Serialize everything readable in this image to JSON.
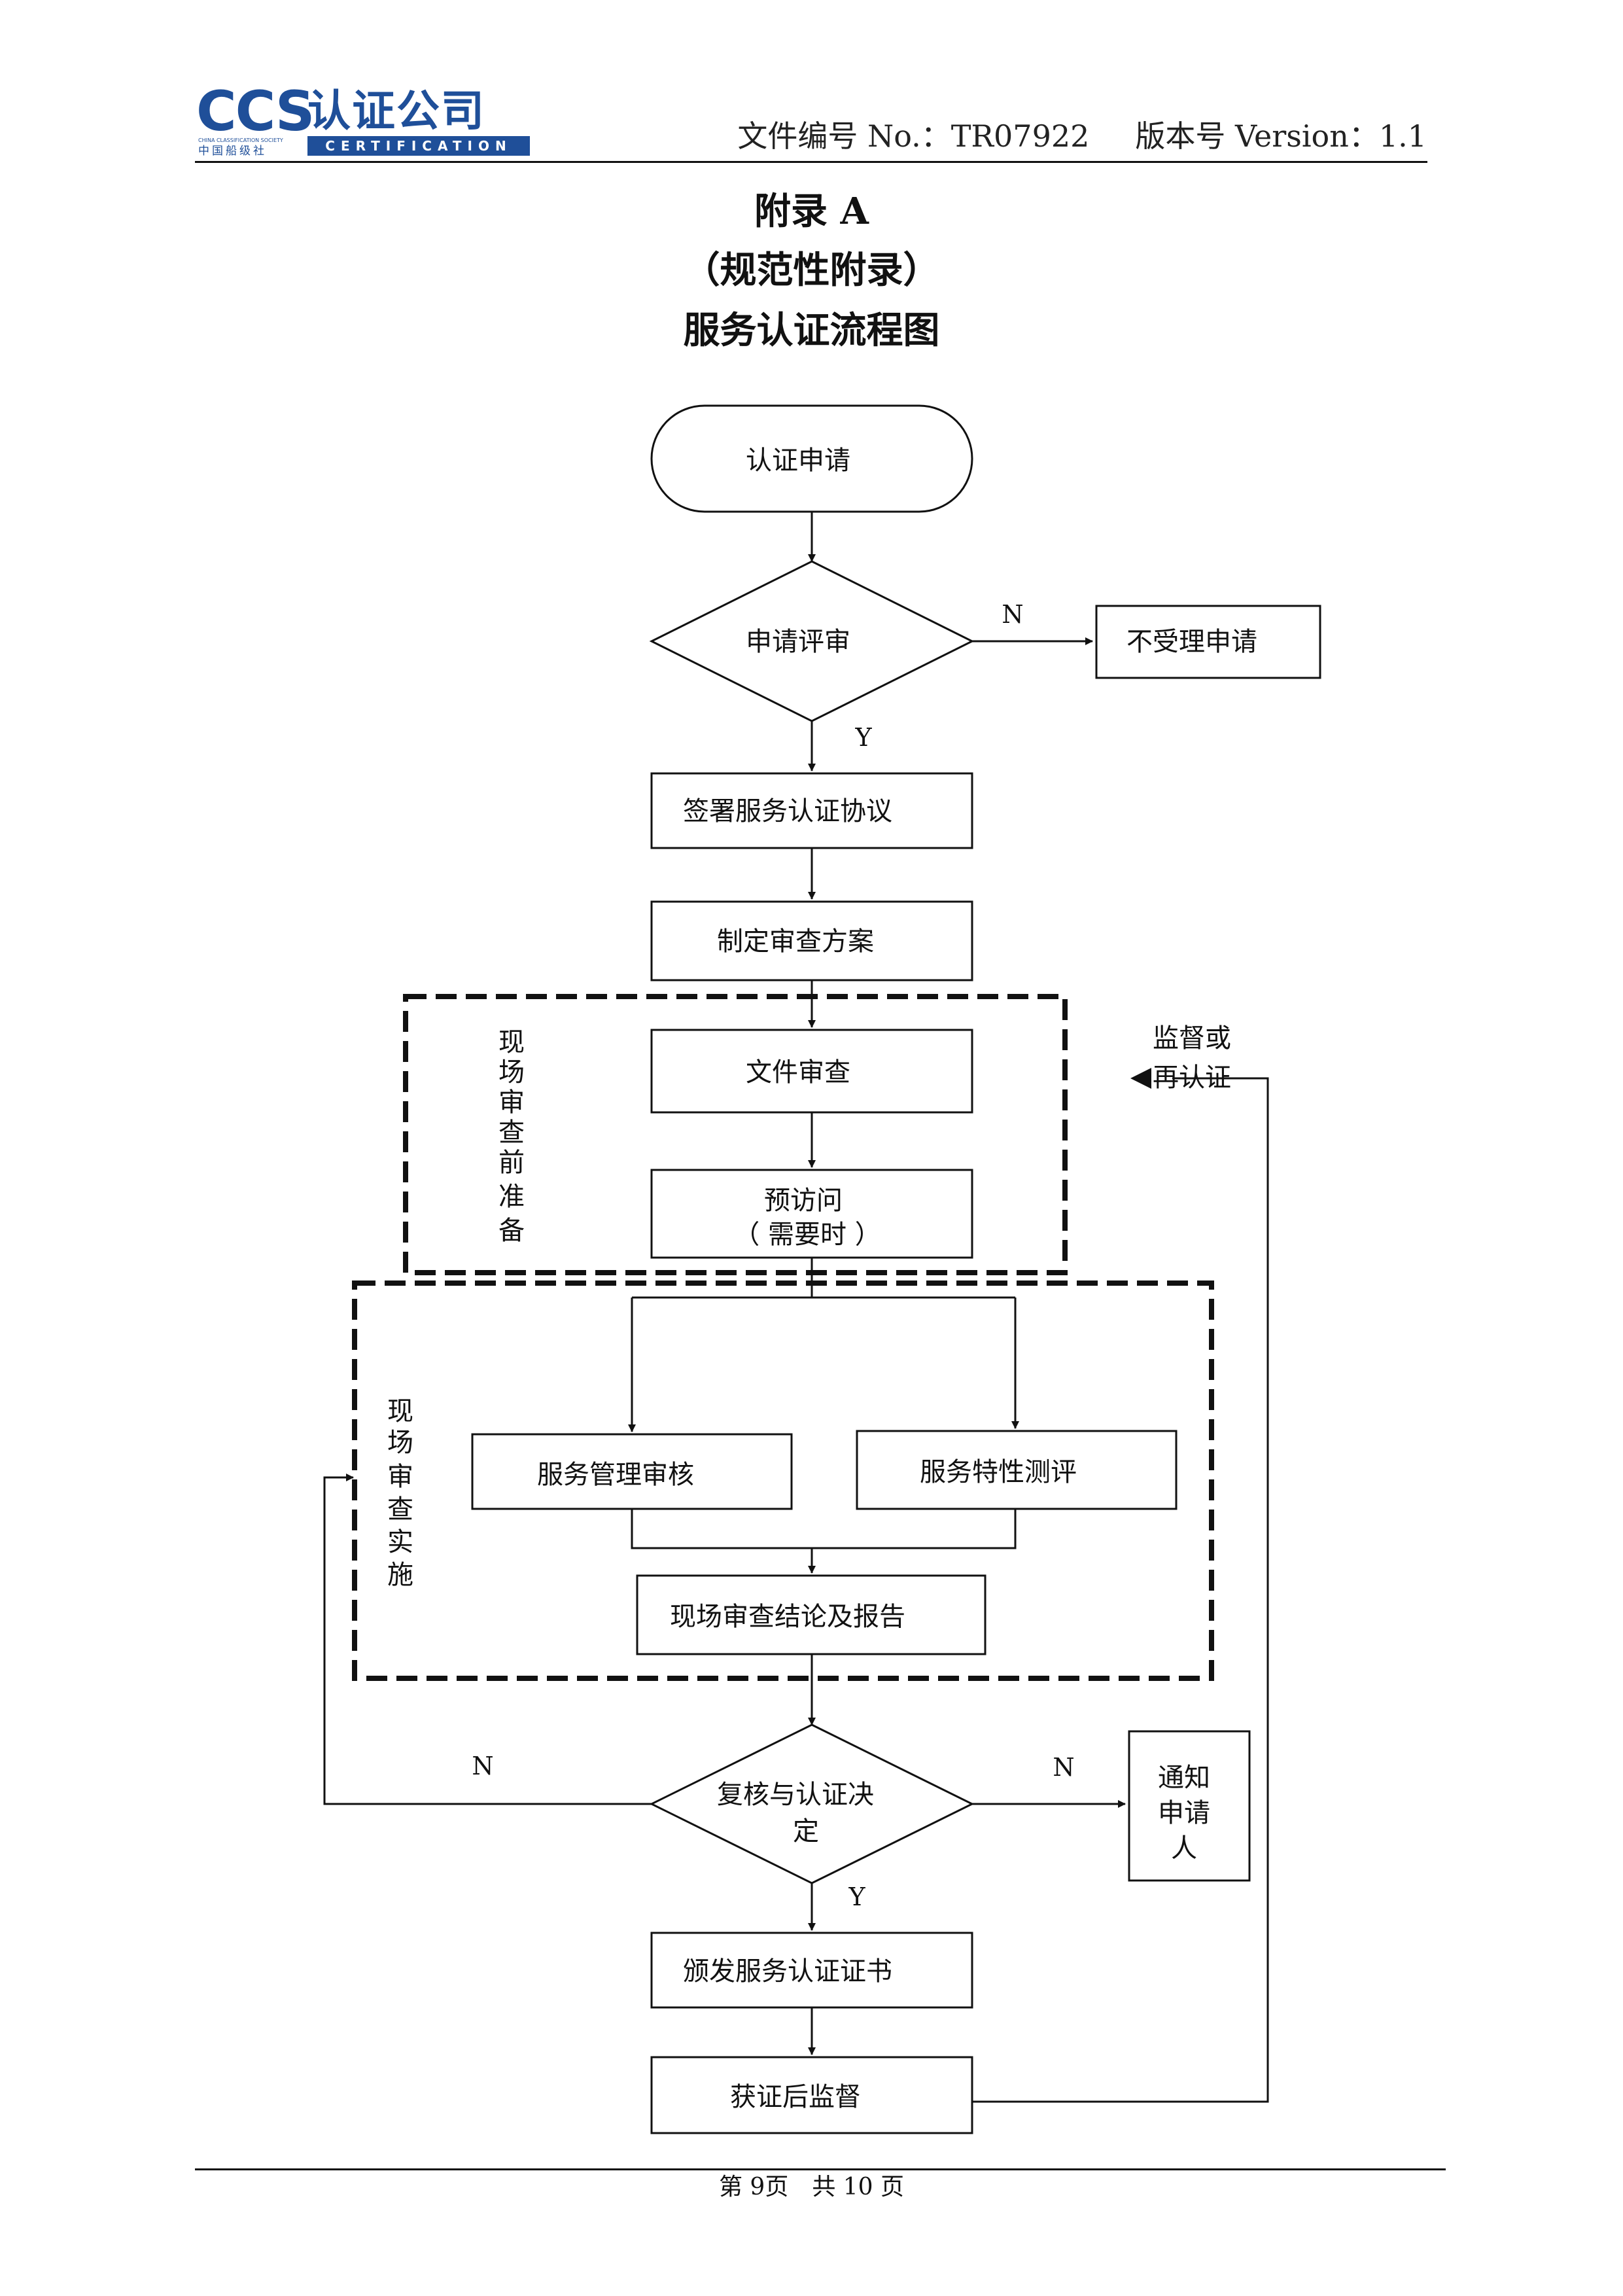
{
  "header": {
    "logo_abbr": "CCS",
    "logo_name": "认证公司",
    "logo_society": "CHINA CLASSIFICATION SOCIETY",
    "logo_society_cn": "中国船级社",
    "logo_certification": "CERTIFICATION",
    "doc_number": "文件编号 No.：TR07922",
    "version": "版本号 Version：1.1"
  },
  "titles": {
    "line1": "附录 A",
    "line2": "（规范性附录）",
    "line3": "服务认证流程图"
  },
  "flow": {
    "start": "认证申请",
    "review": "申请评审",
    "reject": "不受理申请",
    "sign": "签署服务认证协议",
    "plan": "制定审查方案",
    "doc_review": "文件审查",
    "pre_visit_1": "预访问",
    "pre_visit_2": "（ 需要时 ）",
    "mgmt_review": "服务管理审核",
    "char_eval": "服务特性测评",
    "conclusion": "现场审查结论及报告",
    "decision_1": "复核与认证决",
    "decision_2": "定",
    "notify": [
      "通知",
      "申请",
      "人"
    ],
    "issue": "颁发服务认证证书",
    "surveil": "获证后监督",
    "prep_group": [
      "现",
      "场",
      "审",
      "查",
      "前",
      "准",
      "备"
    ],
    "impl_group": [
      "现",
      "场",
      "审",
      "查",
      "实",
      "施"
    ],
    "loop_label_1": "监督或",
    "loop_label_2": "再认证",
    "yes": "Y",
    "no": "N"
  },
  "footer": {
    "page": "第 9页",
    "total": "共 10 页"
  }
}
